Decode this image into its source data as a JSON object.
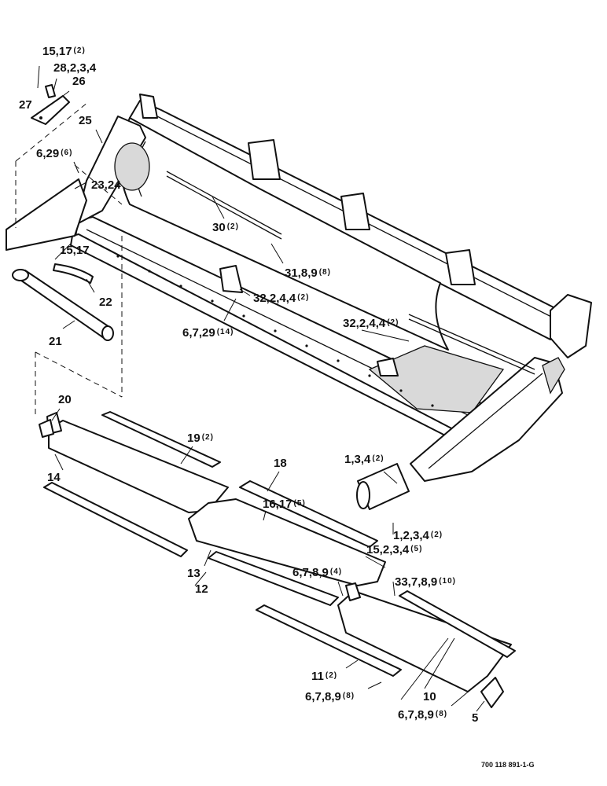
{
  "drawing_code": "700 118 891-1-G",
  "callouts": [
    {
      "id": "c1",
      "text": "15,17",
      "qty": "(2)"
    },
    {
      "id": "c2",
      "text": "28,2,3,4",
      "qty": ""
    },
    {
      "id": "c3",
      "text": "26",
      "qty": ""
    },
    {
      "id": "c4",
      "text": "27",
      "qty": ""
    },
    {
      "id": "c5",
      "text": "25",
      "qty": ""
    },
    {
      "id": "c6",
      "text": "6,29",
      "qty": "(6)"
    },
    {
      "id": "c7",
      "text": "23,24",
      "qty": ""
    },
    {
      "id": "c8",
      "text": "30",
      "qty": "(2)"
    },
    {
      "id": "c9",
      "text": "15,17",
      "qty": ""
    },
    {
      "id": "c10",
      "text": "31,8,9",
      "qty": "(8)"
    },
    {
      "id": "c11",
      "text": "22",
      "qty": ""
    },
    {
      "id": "c12",
      "text": "32,2,4,4",
      "qty": "(2)"
    },
    {
      "id": "c13",
      "text": "32,2,4,4",
      "qty": "(2)"
    },
    {
      "id": "c14",
      "text": "6,7,29",
      "qty": "(14)"
    },
    {
      "id": "c15",
      "text": "21",
      "qty": ""
    },
    {
      "id": "c16",
      "text": "20",
      "qty": ""
    },
    {
      "id": "c17",
      "text": "19",
      "qty": "(2)"
    },
    {
      "id": "c18",
      "text": "1,3,4",
      "qty": "(2)"
    },
    {
      "id": "c19",
      "text": "18",
      "qty": ""
    },
    {
      "id": "c20",
      "text": "14",
      "qty": ""
    },
    {
      "id": "c21",
      "text": "16,17",
      "qty": "(5)"
    },
    {
      "id": "c22",
      "text": "1,2,3,4",
      "qty": "(2)"
    },
    {
      "id": "c23",
      "text": "15,2,3,4",
      "qty": "(5)"
    },
    {
      "id": "c24",
      "text": "6,7,8,9",
      "qty": "(4)"
    },
    {
      "id": "c25",
      "text": "33,7,8,9",
      "qty": "(10)"
    },
    {
      "id": "c26",
      "text": "13",
      "qty": ""
    },
    {
      "id": "c27",
      "text": "12",
      "qty": ""
    },
    {
      "id": "c28",
      "text": "11",
      "qty": "(2)"
    },
    {
      "id": "c29",
      "text": "6,7,8,9",
      "qty": "(8)"
    },
    {
      "id": "c30",
      "text": "10",
      "qty": ""
    },
    {
      "id": "c31",
      "text": "6,7,8,9",
      "qty": "(8)"
    },
    {
      "id": "c32",
      "text": "5",
      "qty": ""
    }
  ]
}
